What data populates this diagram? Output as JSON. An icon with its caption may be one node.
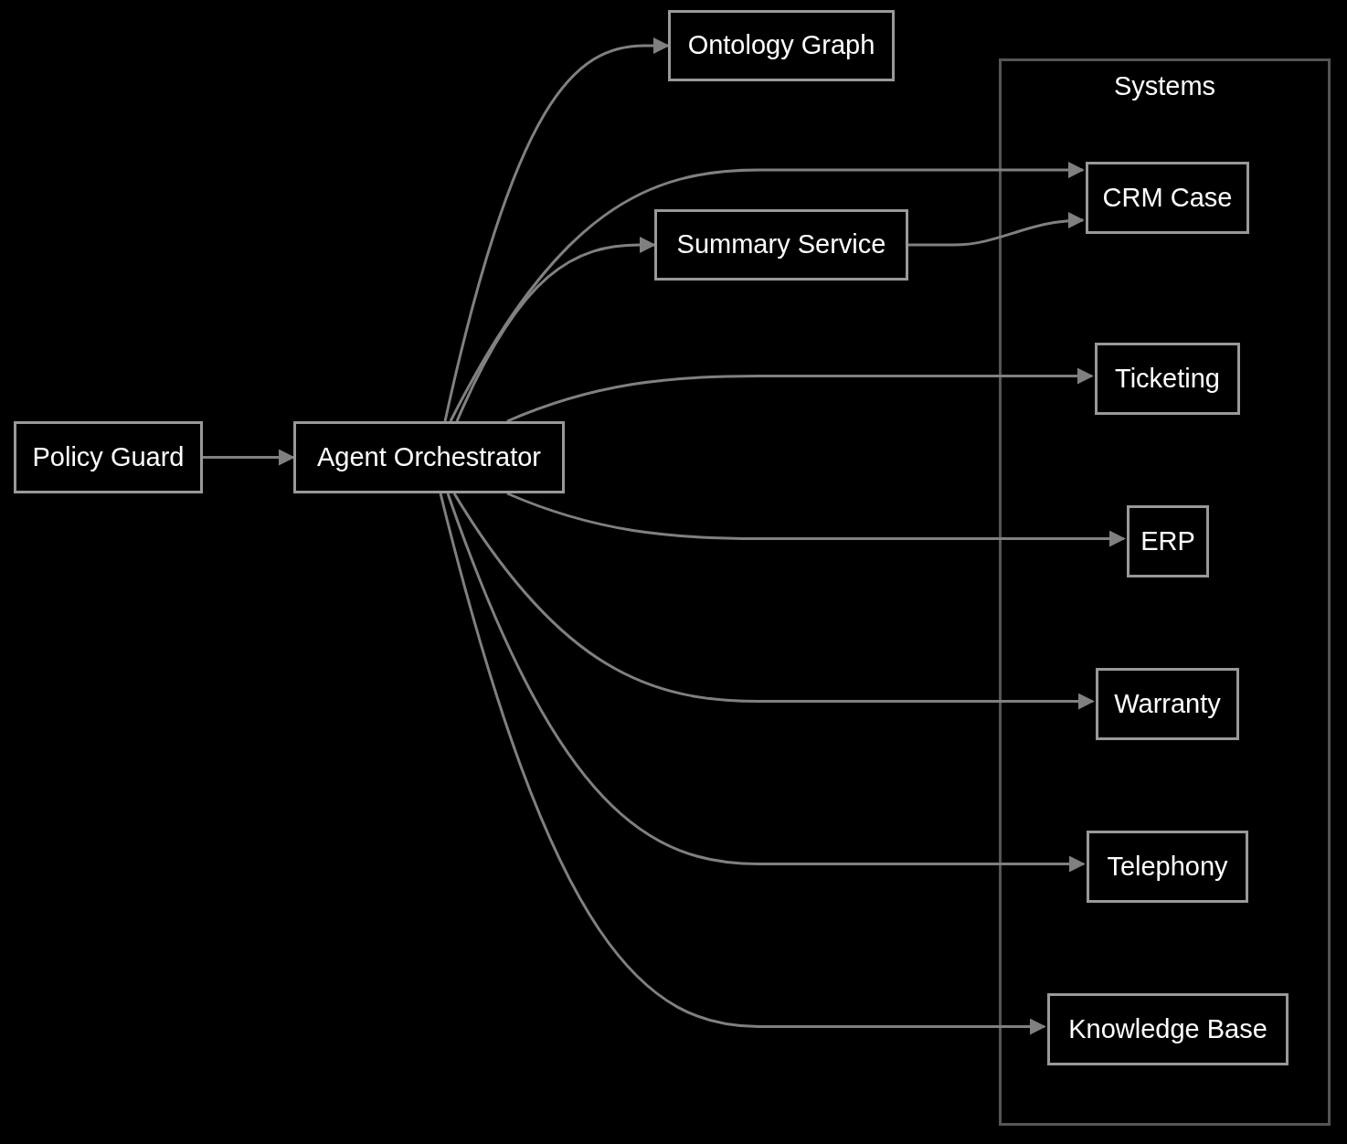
{
  "diagram": {
    "nodes": [
      {
        "text": [
          "Policy Guard"
        ]
      },
      {
        "text": [
          "Agent Orchestrator"
        ]
      },
      {
        "text": [
          "Ontology Graph"
        ]
      },
      {
        "text": [
          "Summary Service"
        ]
      },
      {
        "text": [
          "Systems"
        ]
      },
      {
        "text": [
          "CRM Case"
        ],
        "in": 4
      },
      {
        "text": [
          "Ticketing"
        ],
        "in": 4
      },
      {
        "text": [
          "ERP"
        ],
        "in": 4
      },
      {
        "text": [
          "Warranty"
        ],
        "in": 4
      },
      {
        "text": [
          "Telephony"
        ],
        "in": 4
      },
      {
        "text": [
          "Knowledge Base"
        ],
        "in": 4
      }
    ],
    "edges": [
      {
        "from": 0,
        "to": 1,
        "arrow": "to"
      },
      {
        "from": 1,
        "to": 2,
        "arrow": "to"
      },
      {
        "from": 1,
        "to": 5,
        "arrow": "to"
      },
      {
        "from": 1,
        "to": 3,
        "arrow": "to"
      },
      {
        "from": 3,
        "to": 5,
        "arrow": "to"
      },
      {
        "from": 1,
        "to": 6,
        "arrow": "to"
      },
      {
        "from": 1,
        "to": 7,
        "arrow": "to"
      },
      {
        "from": 1,
        "to": 8,
        "arrow": "to"
      },
      {
        "from": 1,
        "to": 9,
        "arrow": "to"
      },
      {
        "from": 1,
        "to": 10,
        "arrow": "to"
      }
    ]
  }
}
